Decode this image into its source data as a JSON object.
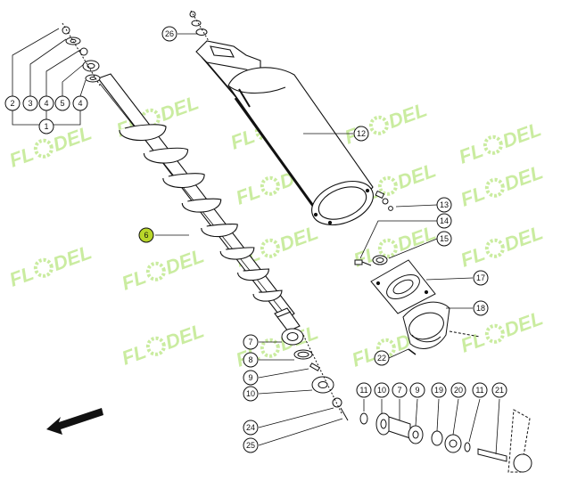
{
  "watermark": {
    "text_left": "FL",
    "text_right": "DEL",
    "color": "#9fdc52"
  },
  "callouts": [
    {
      "id": "c2a",
      "label": "2"
    },
    {
      "id": "c3",
      "label": "3"
    },
    {
      "id": "c4a",
      "label": "4"
    },
    {
      "id": "c5",
      "label": "5"
    },
    {
      "id": "c4b",
      "label": "4"
    },
    {
      "id": "c1",
      "label": "1"
    },
    {
      "id": "c26",
      "label": "26"
    },
    {
      "id": "c12",
      "label": "12"
    },
    {
      "id": "c6",
      "label": "6",
      "highlight": true
    },
    {
      "id": "c13",
      "label": "13"
    },
    {
      "id": "c14",
      "label": "14"
    },
    {
      "id": "c15",
      "label": "15"
    },
    {
      "id": "c17",
      "label": "17"
    },
    {
      "id": "c18",
      "label": "18"
    },
    {
      "id": "c22",
      "label": "22"
    },
    {
      "id": "c7a",
      "label": "7"
    },
    {
      "id": "c8",
      "label": "8"
    },
    {
      "id": "c9a",
      "label": "9"
    },
    {
      "id": "c10a",
      "label": "10"
    },
    {
      "id": "c24",
      "label": "24"
    },
    {
      "id": "c25",
      "label": "25"
    },
    {
      "id": "c11a",
      "label": "11"
    },
    {
      "id": "c10b",
      "label": "10"
    },
    {
      "id": "c7b",
      "label": "7"
    },
    {
      "id": "c9b",
      "label": "9"
    },
    {
      "id": "c19",
      "label": "19"
    },
    {
      "id": "c20",
      "label": "20"
    },
    {
      "id": "c11b",
      "label": "11"
    },
    {
      "id": "c21",
      "label": "21"
    }
  ],
  "colors": {
    "line": "#111111",
    "highlight": "#b8d62a",
    "paper": "#ffffff"
  },
  "icons": {
    "direction": "arrow-icon"
  }
}
